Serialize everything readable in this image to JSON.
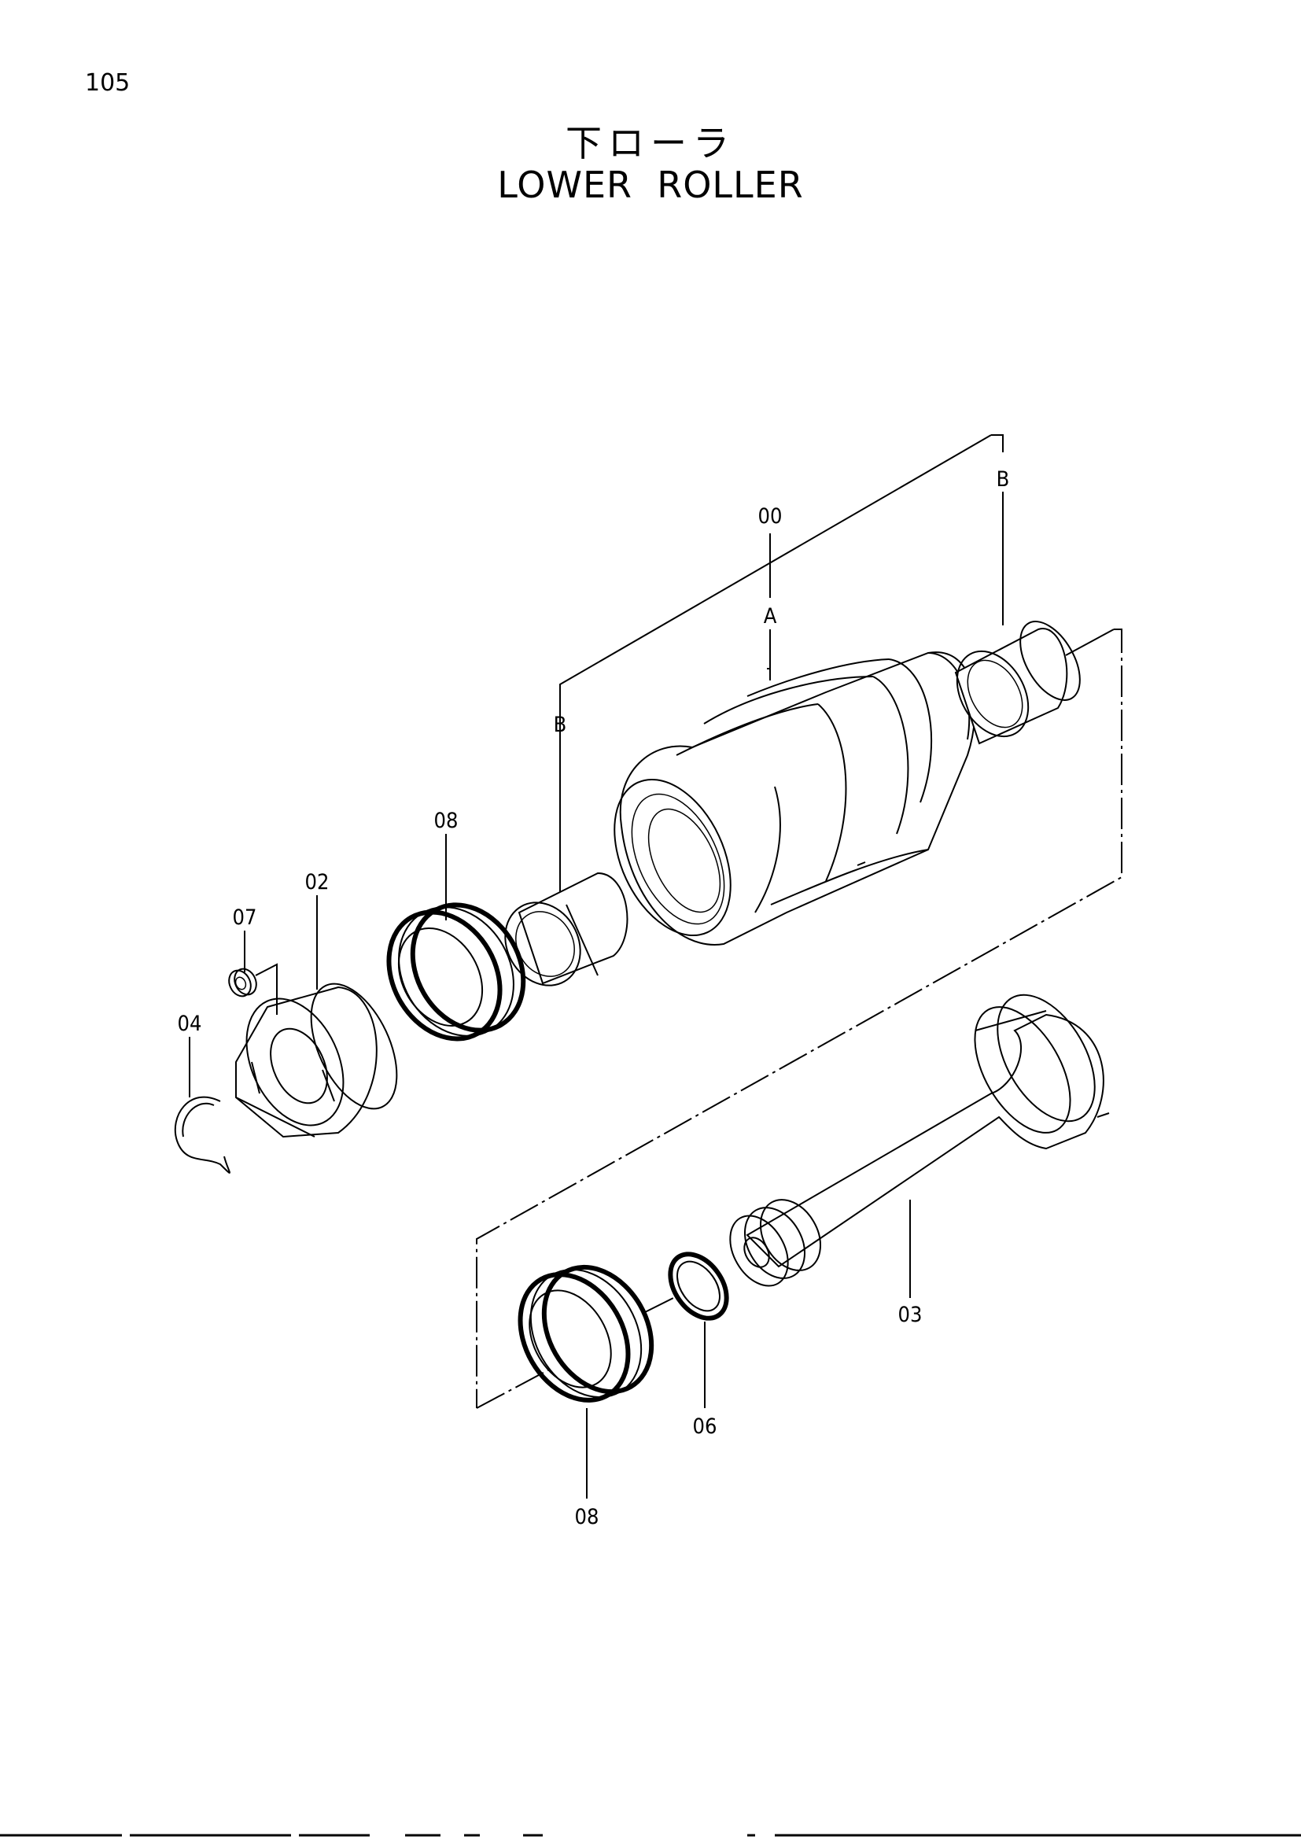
{
  "page": {
    "number": "105",
    "title_jp": "下ローラ",
    "title_en": "LOWER  ROLLER"
  },
  "callouts": {
    "assembly": "00",
    "ref_a": "A",
    "ref_b_upper": "B",
    "ref_b_lower": "B",
    "collar": "02",
    "shaft": "03",
    "retaining_ring": "04",
    "o_ring": "06",
    "plug": "07",
    "seal_upper": "08",
    "seal_lower": "08"
  }
}
